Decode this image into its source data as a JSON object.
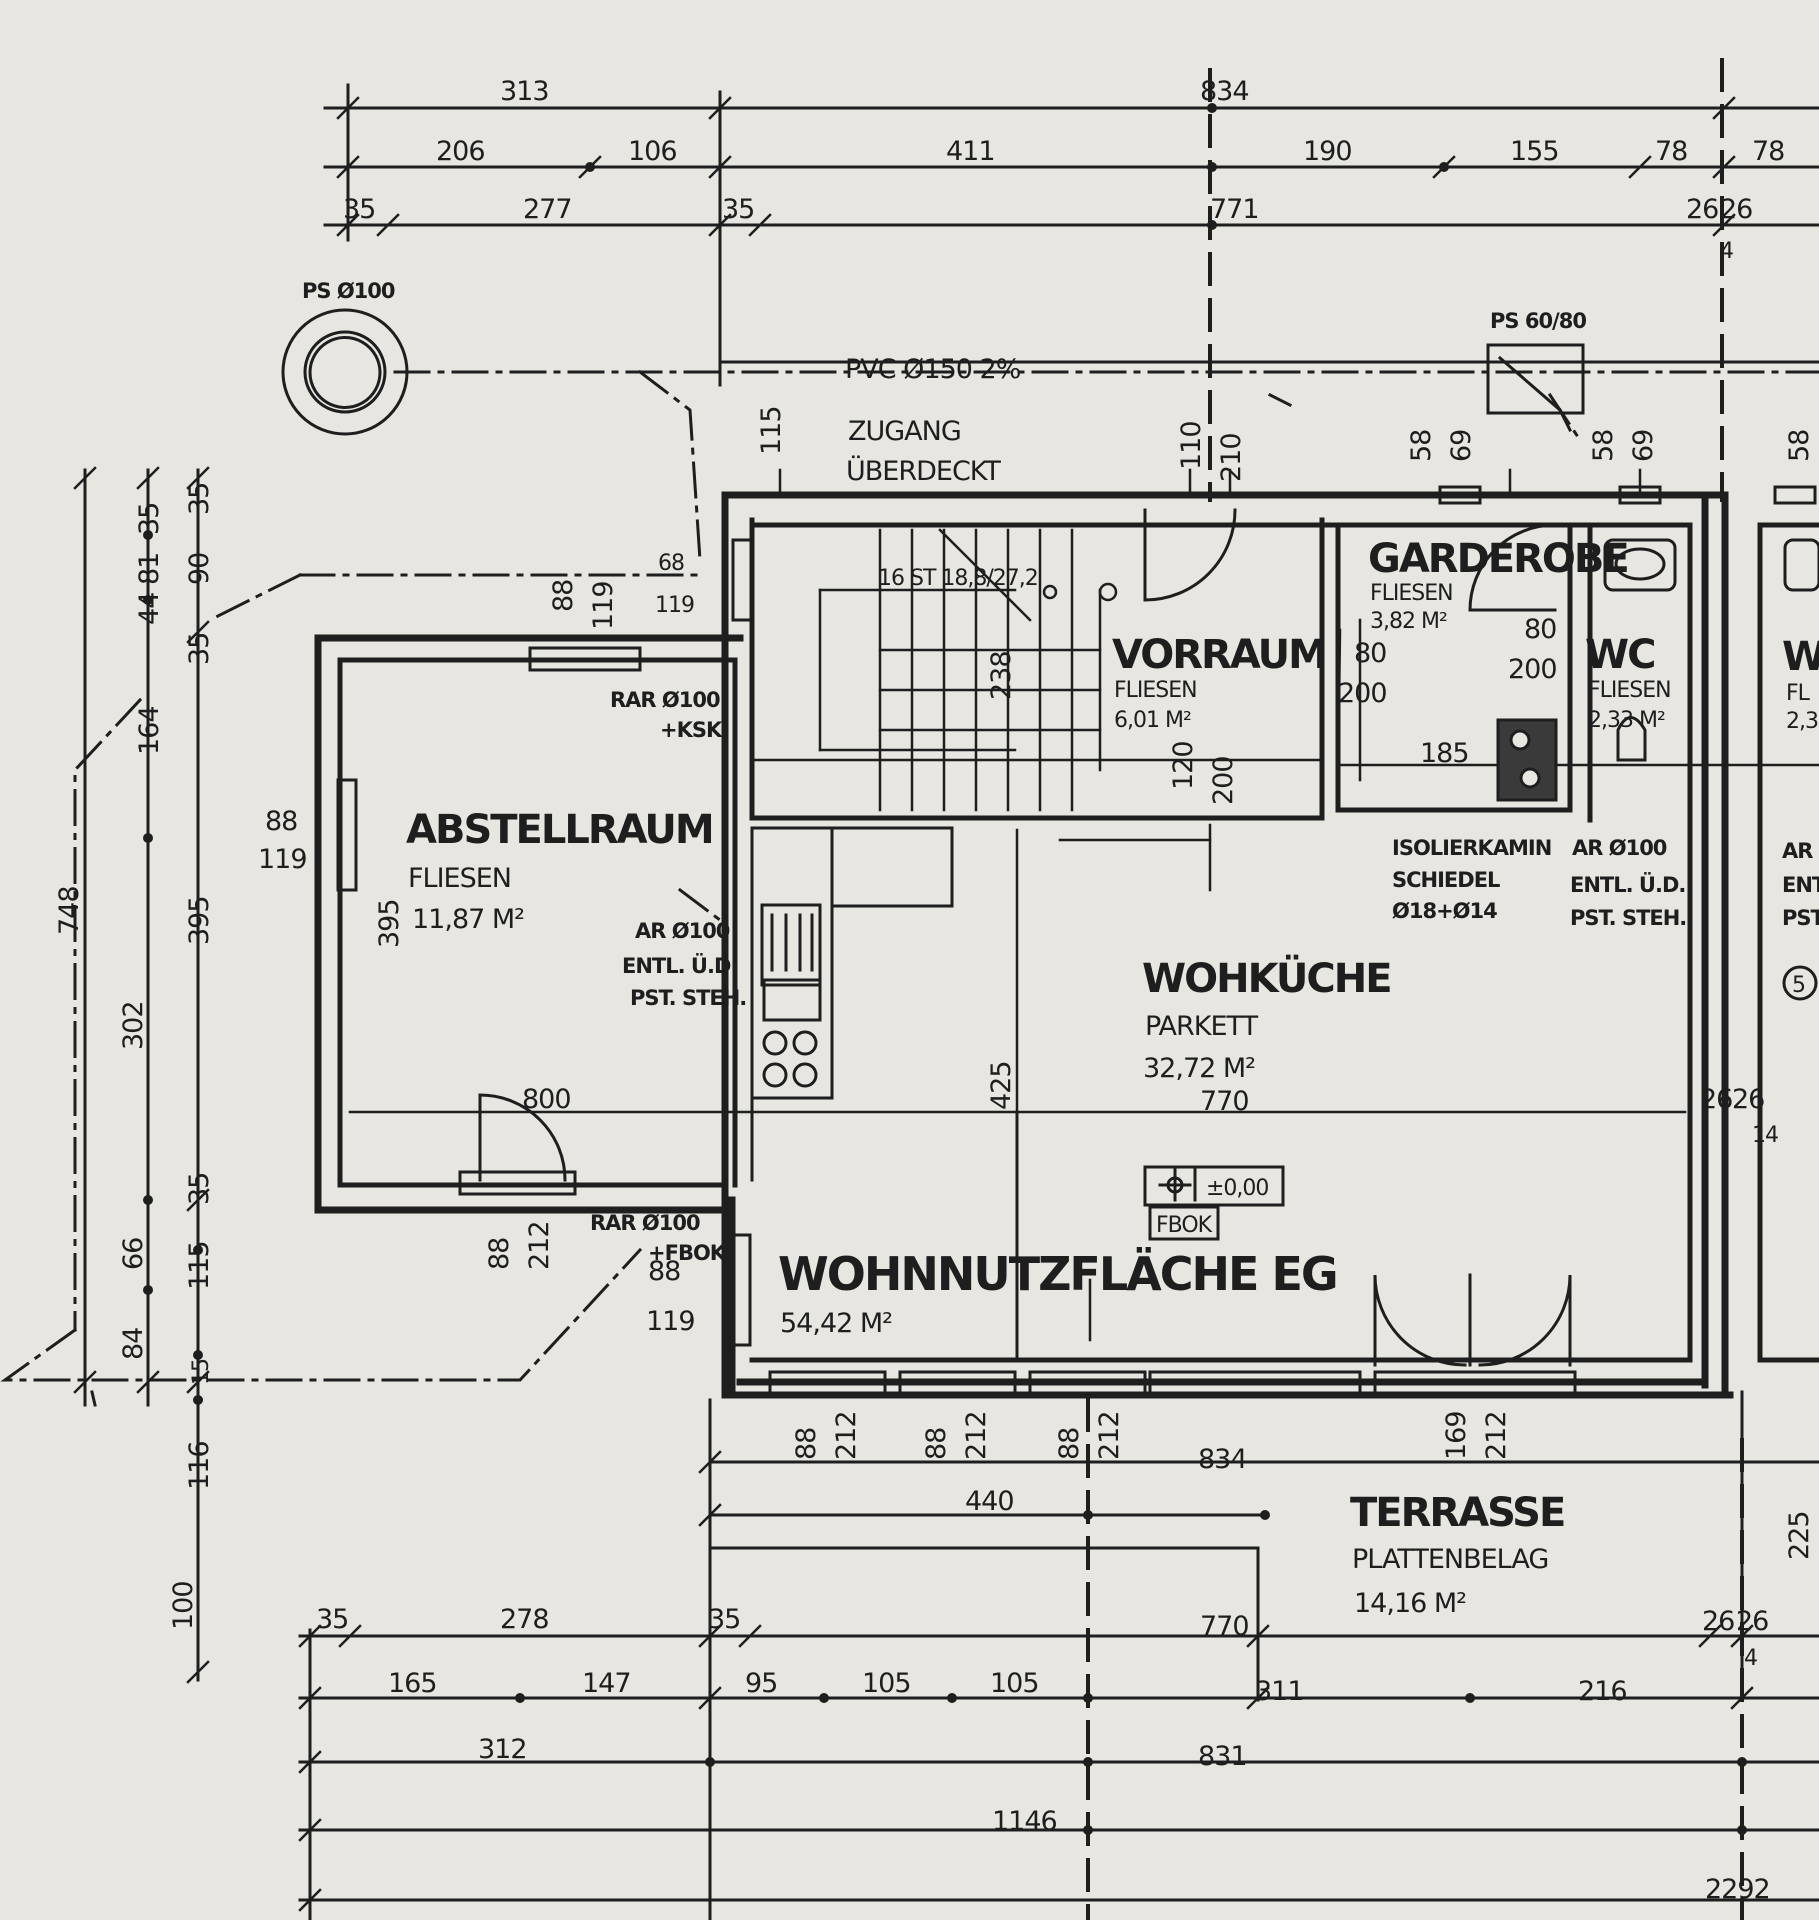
{
  "rooms": {
    "abstellraum": {
      "name": "ABSTELLRAUM",
      "floor": "FLIESEN",
      "area": "11,87 M²"
    },
    "vorraum": {
      "name": "VORRAUM",
      "floor": "FLIESEN",
      "area": "6,01 M²"
    },
    "garderobe": {
      "name": "GARDEROBE",
      "floor": "FLIESEN",
      "area": "3,82 M²"
    },
    "wc": {
      "name": "WC",
      "floor": "FLIESEN",
      "area": "2,33 M²"
    },
    "wohnkueche": {
      "name": "WOHKÜCHE",
      "floor": "PARKETT",
      "area": "32,72 M²",
      "width": "770"
    },
    "terrasse": {
      "name": "TERRASSE",
      "floor": "PLATTENBELAG",
      "area": "14,16 M²"
    },
    "zugang": {
      "line1": "ZUGANG",
      "line2": "ÜBERDECKT"
    },
    "total": {
      "label": "WOHNNUTZFLÄCHE EG",
      "area": "54,42 M²"
    }
  },
  "annotations": {
    "ps100": "PS Ø100",
    "ps6080": "PS 60/80",
    "pvc": "PVC Ø150 2%",
    "stairs": "16 ST 18,8/27,2",
    "rar_ksk_1": "RAR Ø100",
    "rar_ksk_2": "+KSK",
    "ar_left_1": "AR Ø100",
    "ar_left_2": "ENTL. Ü.D.",
    "ar_left_3": "PST. STEH.",
    "kamin_1": "ISOLIERKAMIN",
    "kamin_2": "SCHIEDEL",
    "kamin_3": "Ø18+Ø14",
    "ar_right_1": "AR Ø100",
    "ar_right_2": "ENTL. Ü.D.",
    "ar_right_3": "PST. STEH.",
    "level": "±0,00",
    "fbok": "FBOK",
    "rar_fbok_1": "RAR Ø100",
    "rar_fbok_2": "+FBOK",
    "axis5": "5",
    "edge_w": "W",
    "edge_fl": "FL",
    "edge_23": "2,3",
    "edge_ar": "AR",
    "edge_ent": "ENT",
    "edge_pst": "PST."
  },
  "dimensions_top": {
    "r1": [
      "313",
      "834"
    ],
    "r2": [
      "206",
      "106",
      "411",
      "190",
      "155",
      "78",
      "78"
    ],
    "r3": [
      "35",
      "277",
      "35",
      "771",
      "26",
      "26",
      "4"
    ]
  },
  "dimensions_bottom": {
    "r0": [
      "834"
    ],
    "r1": [
      "440"
    ],
    "r2": [
      "35",
      "278",
      "35",
      "770",
      "26",
      "26",
      "4"
    ],
    "r3": [
      "165",
      "147",
      "95",
      "105",
      "105",
      "311",
      "216"
    ],
    "r4": [
      "312",
      "831"
    ],
    "r5": [
      "1146"
    ],
    "r6": [
      "2292"
    ]
  },
  "dimensions_left": {
    "outer": "748",
    "c1": [
      "35",
      "81",
      "44",
      "164",
      "302",
      "66",
      "84"
    ],
    "c2": [
      "35",
      "90",
      "35",
      "395",
      "35",
      "115",
      "15",
      "116",
      "100"
    ]
  },
  "openings": {
    "w_abst_left": [
      "88",
      "119"
    ],
    "w_abst_top": [
      "88",
      "119"
    ],
    "w_68_119": [
      "68",
      "119"
    ],
    "zugang_115": "115",
    "door_110_210": [
      "110",
      "210"
    ],
    "w_58_69_a": [
      "58",
      "69"
    ],
    "w_58_69_b": [
      "58",
      "69"
    ],
    "w_58_edge": "58",
    "abst_395": "395",
    "abst_door": "800",
    "door_88_212_left": [
      "88",
      "212"
    ],
    "w_88_119_bottom": [
      "88",
      "119"
    ],
    "stair_238": "238",
    "door_120_200": [
      "120",
      "200"
    ],
    "gard_80_200": [
      "80",
      "200"
    ],
    "wc_80_200": [
      "80",
      "200"
    ],
    "gard_185": "185",
    "kitchen_425": "425",
    "b_door1": [
      "88",
      "212"
    ],
    "b_door2": [
      "88",
      "212"
    ],
    "b_door3": [
      "88",
      "212"
    ],
    "b_door4": [
      "169",
      "212"
    ],
    "right_2626": [
      "26",
      "26"
    ],
    "right_14": "14",
    "right_225": "225"
  }
}
